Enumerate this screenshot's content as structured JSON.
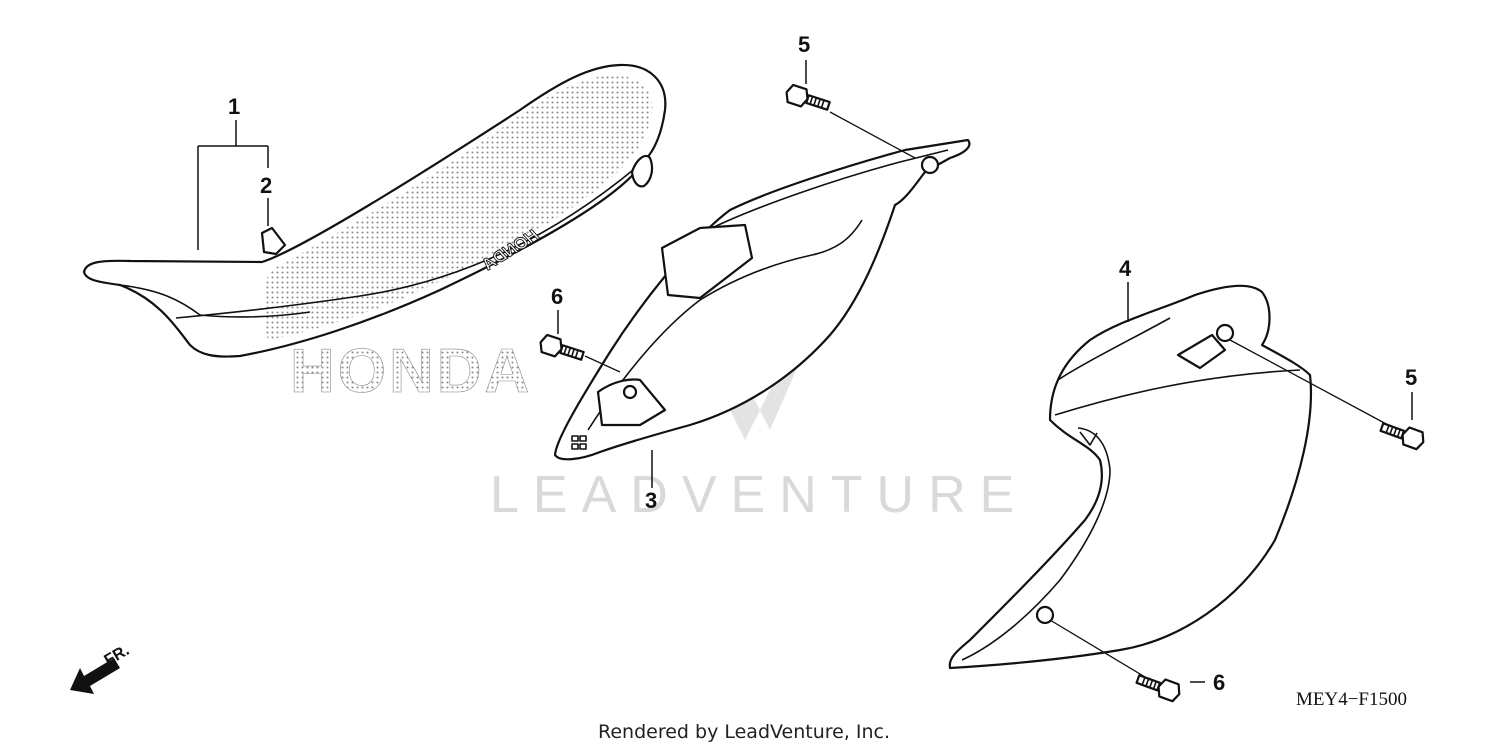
{
  "watermark": "LEADVENTURE",
  "seat_logo_side": "HONDA",
  "seat_logo_top": "HONDA",
  "diagram_code": "MEY4−F1500",
  "credit": "Rendered by LeadVenture, Inc.",
  "front_label": "FR.",
  "callouts": {
    "c1": "1",
    "c2": "2",
    "c3": "3",
    "c4": "4",
    "c5a": "5",
    "c5b": "5",
    "c6a": "6",
    "c6b": "6"
  },
  "icons": {
    "front_arrow": "arrow-down-left-icon",
    "bolt": "flange-bolt-icon",
    "watermark_logo": "leadventure-logo-icon"
  },
  "colors": {
    "line": "#111111",
    "dot_pattern": "#8a8a8a",
    "watermark": "#d9d9d9",
    "background": "#ffffff"
  }
}
